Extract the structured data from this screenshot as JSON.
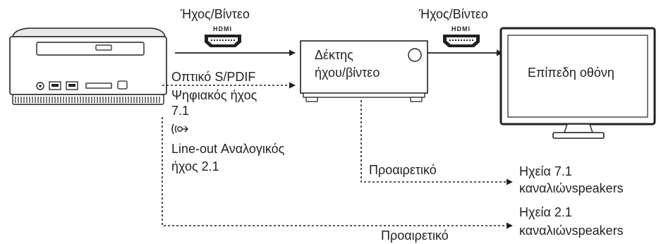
{
  "labels": {
    "av_top_left": "Ήχος/Βίντεο",
    "av_top_right": "Ήχος/Βίντεο",
    "hdmi_logo": "HDMI",
    "receiver": [
      "Δέκτης",
      "ήχου/βίντεο"
    ],
    "flat_display": "Επίπεδη οθόνη",
    "optical": "Οπτικό S/PDIF",
    "digital_audio": [
      "Ψηφιακός ήχος",
      "7.1"
    ],
    "line_out": [
      "Line-out Αναλογικός",
      "ήχος 2.1"
    ],
    "optional_1": "Προαιρετικό",
    "optional_2": "Προαιρετικό",
    "speakers_71": [
      "Ηχεία 7.1",
      "καναλιώνspeakers"
    ],
    "speakers_21": [
      "Ηχεία 2.1",
      "καναλιώνspeakers"
    ]
  },
  "icons": {
    "line_out_jack": "audio-out-icon",
    "hdmi_connector": "hdmi-connector-icon",
    "usb_port": "usb-port-icon"
  },
  "colors": {
    "ink": "#231f20",
    "background": "#ffffff"
  }
}
